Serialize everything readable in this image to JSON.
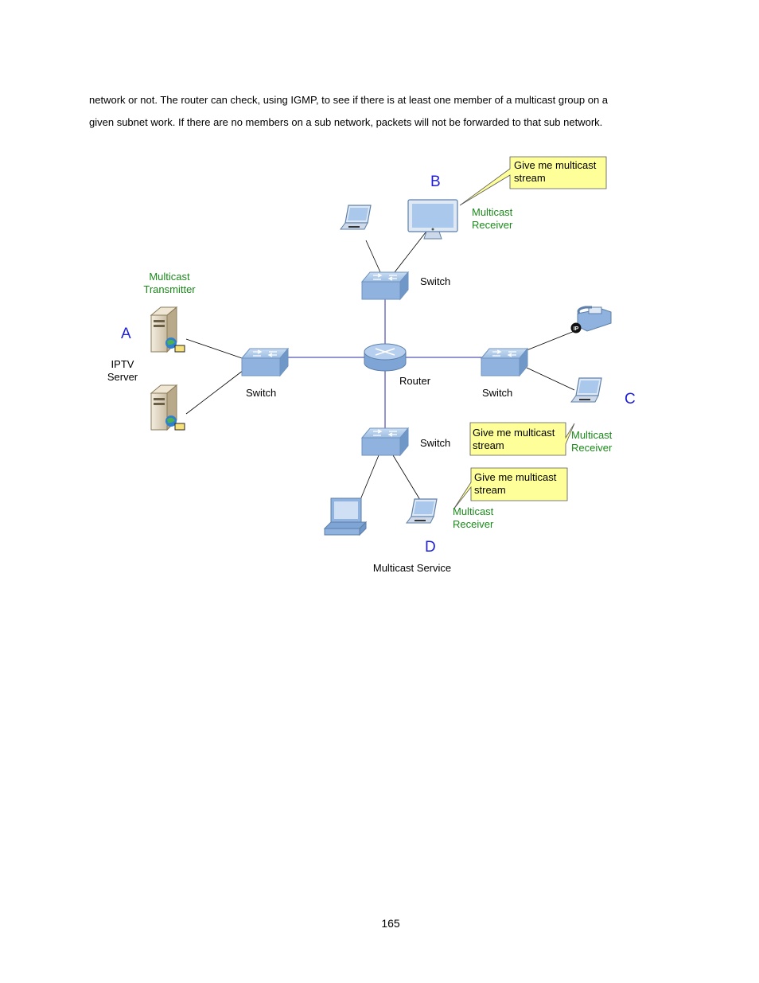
{
  "paragraph": {
    "line1": "network or not. The router can check, using IGMP, to see if there is at least one member of a multicast group on a",
    "line2": "given subnet work. If there are no members on a sub network, packets will not be forwarded to that sub network."
  },
  "diagram": {
    "nodes": {
      "switch_top": "Switch",
      "switch_left": "Switch",
      "switch_right": "Switch",
      "switch_bottom": "Switch",
      "router": "Router",
      "iptv_server_1": "IPTV",
      "iptv_server_2": "Server",
      "transmitter_1": "Multicast",
      "transmitter_2": "Transmitter",
      "receiver_b_1": "Multicast",
      "receiver_b_2": "Receiver",
      "receiver_c_1": "Multicast",
      "receiver_c_2": "Receiver",
      "receiver_d_1": "Multicast",
      "receiver_d_2": "Receiver",
      "phone_badge": "IP"
    },
    "letters": {
      "a": "A",
      "b": "B",
      "c": "C",
      "d": "D"
    },
    "callouts": {
      "b_1": "Give me multicast",
      "b_2": "stream",
      "c_1": "Give me multicast",
      "c_2": "stream",
      "d_1": "Give me multicast",
      "d_2": "stream"
    },
    "caption": "Multicast Service",
    "colors": {
      "letter": "#1f1fd8",
      "green_label": "#1a8a1a",
      "callout_fill": "#ffff99",
      "link_line": "#2a2aa0",
      "device_blue": "#8fb3de"
    }
  },
  "page_number": "165"
}
